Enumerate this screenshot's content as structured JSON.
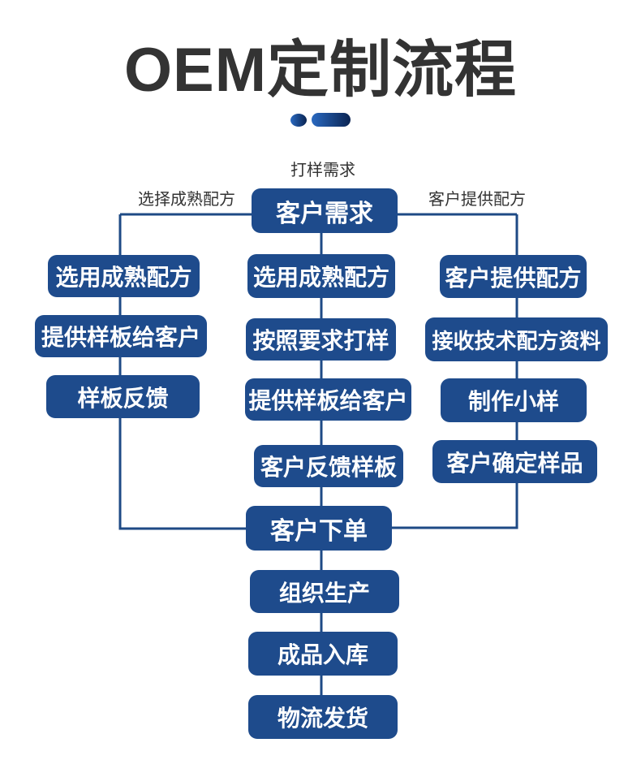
{
  "title": "OEM定制流程",
  "branch_labels": {
    "top": "打样需求",
    "left": "选择成熟配方",
    "right": "客户提供配方"
  },
  "nodes": {
    "start": "客户需求",
    "left_column": [
      "选用成熟配方",
      "提供样板给客户",
      "样板反馈"
    ],
    "center_column": [
      "选用成熟配方",
      "按照要求打样",
      "提供样板给客户",
      "客户反馈样板"
    ],
    "right_column": [
      "客户提供配方",
      "接收技术配方资料",
      "制作小样",
      "客户确定样品"
    ],
    "merged_column": [
      "客户下单",
      "组织生产",
      "成品入库",
      "物流发货"
    ]
  },
  "colors": {
    "node_fill": "#1e4b8c",
    "connector": "#1e4a85",
    "title_text": "#333333",
    "node_text": "#ffffff",
    "divider_gradient_start": "#2a69c0",
    "divider_gradient_end": "#0a2452"
  }
}
